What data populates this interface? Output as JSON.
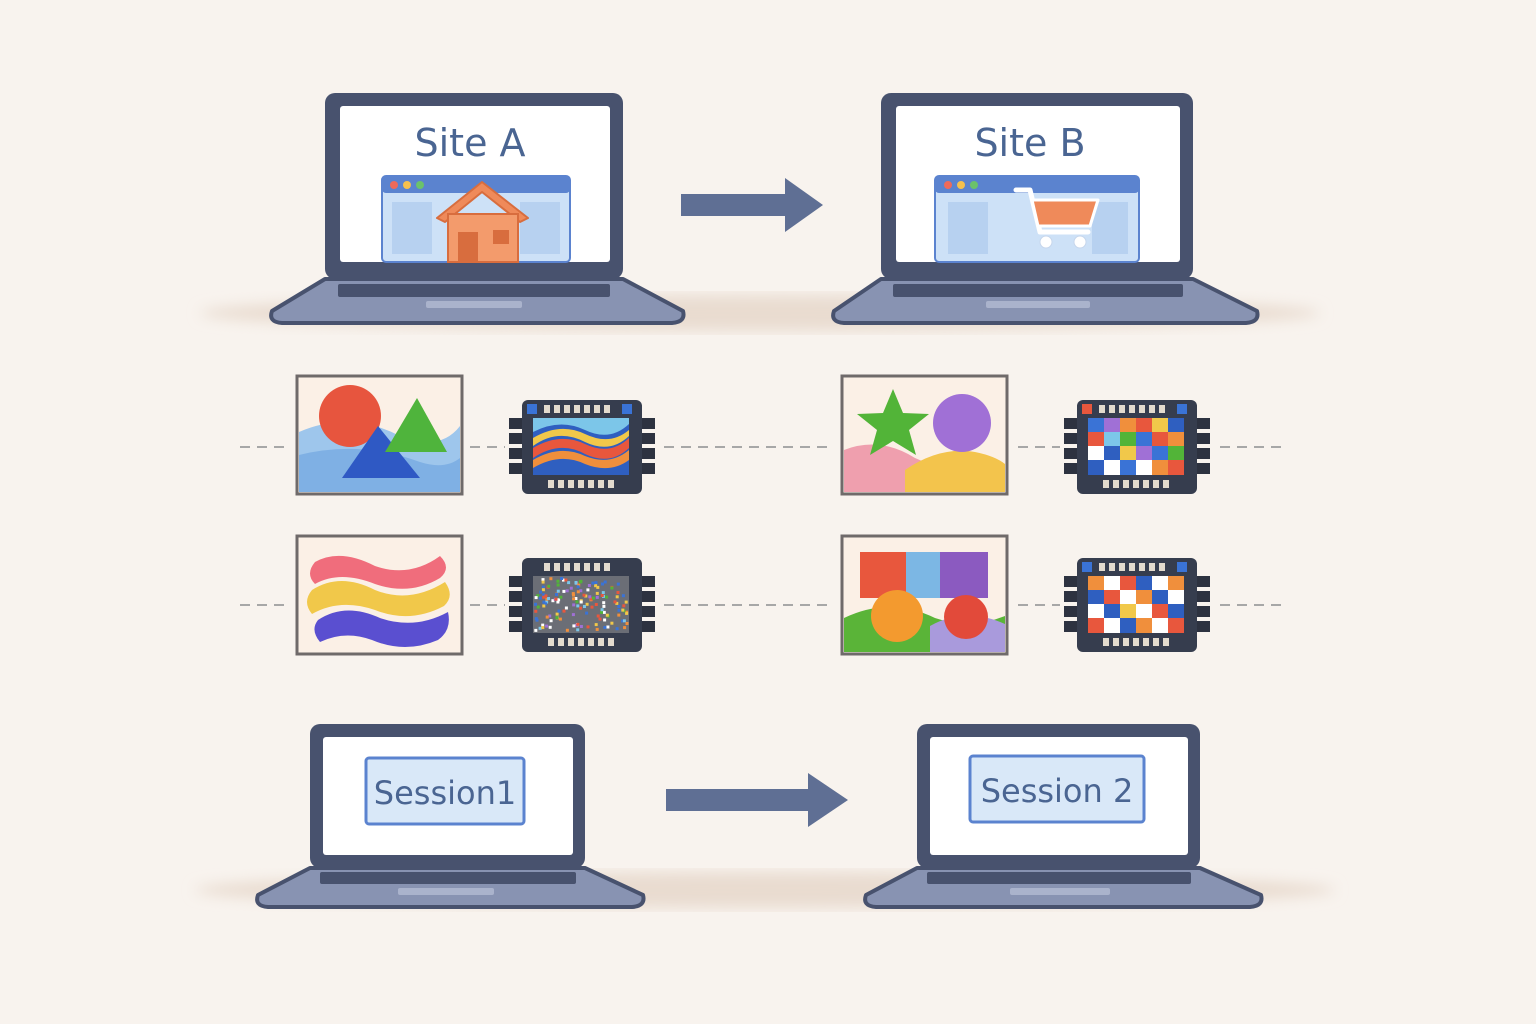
{
  "colors": {
    "background": "#f8f3ee",
    "device_frame": "#48526e",
    "device_body": "#8893b2",
    "screen": "#ffffff",
    "label_text": "#4a6592",
    "browser_window": "#cde1f7",
    "browser_bar": "#5b83cf",
    "accent_orange": "#ef8a5a",
    "arrow": "#5f6f94",
    "connector": "#a7a7a7"
  },
  "top_row": {
    "left_laptop": {
      "label": "Site A",
      "browser_icon": "house-icon"
    },
    "right_laptop": {
      "label": "Site B",
      "browser_icon": "shopping-cart-icon"
    },
    "arrow_icon": "right-arrow-icon"
  },
  "middle_rows": [
    {
      "left_image": "circle-triangle-picture",
      "left_chip": "wave-pattern-chip",
      "right_image": "star-circle-picture",
      "right_chip": "color-grid-chip"
    },
    {
      "left_image": "color-waves-picture",
      "left_chip": "noise-pattern-chip",
      "right_image": "blocks-circles-picture",
      "right_chip": "checker-pattern-chip"
    }
  ],
  "bottom_row": {
    "left_laptop": {
      "label": "Session1"
    },
    "right_laptop": {
      "label": "Session 2"
    },
    "arrow_icon": "right-arrow-icon"
  }
}
